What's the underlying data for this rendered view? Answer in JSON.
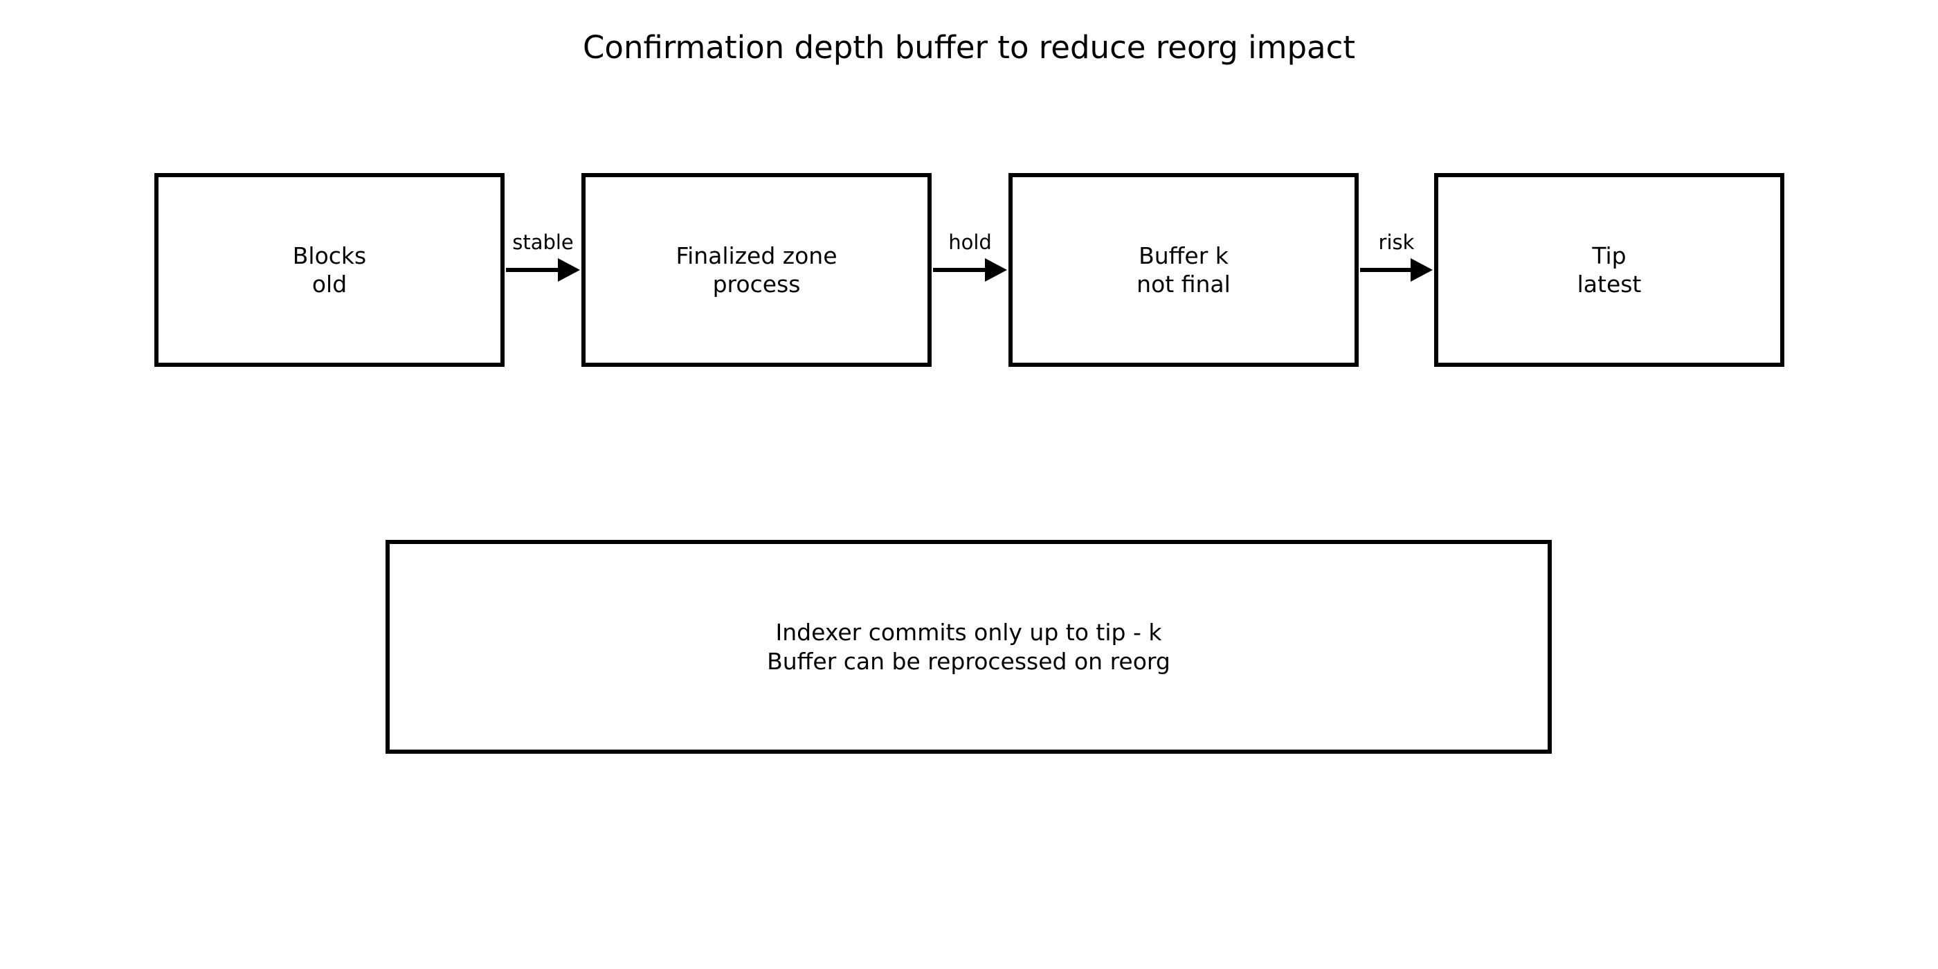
{
  "title": "Confirmation depth buffer to reduce reorg impact",
  "colors": {
    "background": "#ffffff",
    "stroke": "#000000",
    "text": "#000000"
  },
  "diagram": {
    "nodes": [
      {
        "line1": "Blocks",
        "line2": "old"
      },
      {
        "line1": "Finalized zone",
        "line2": "process"
      },
      {
        "line1": "Buffer k",
        "line2": "not final"
      },
      {
        "line1": "Tip",
        "line2": "latest"
      }
    ],
    "edges": [
      {
        "label": "stable"
      },
      {
        "label": "hold"
      },
      {
        "label": "risk"
      }
    ],
    "note": {
      "line1": "Indexer commits only up to tip - k",
      "line2": "Buffer can be reprocessed on reorg"
    }
  }
}
